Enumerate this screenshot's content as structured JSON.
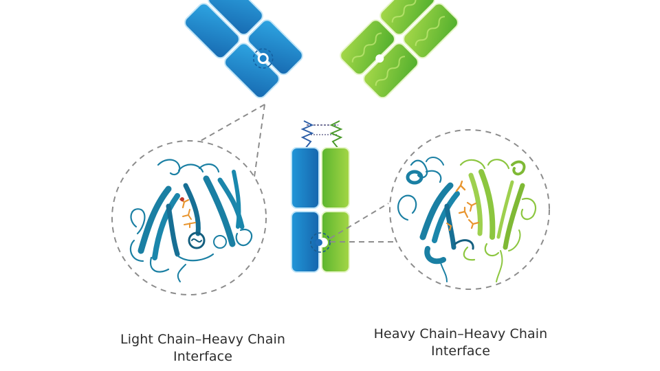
{
  "diagram": {
    "subject": "IgG antibody structure with chain interfaces",
    "colors": {
      "light_chain_blue": "#1b7fc6",
      "light_chain_blue_light": "#2fa3e0",
      "heavy_chain_green": "#7dc22e",
      "heavy_chain_green_light": "#a6d64a",
      "protein_teal": "#1a7fa3",
      "protein_green": "#8cc63f",
      "residue_orange": "#e8952f",
      "dash_gray": "#8c8c8c",
      "caption_text": "#2b2b2b"
    },
    "antibody": {
      "left_arm_color": "blue",
      "right_arm_color": "green",
      "stem": [
        "blue",
        "green"
      ],
      "hinge": "disulfide zig-zag linkers"
    },
    "callouts": [
      {
        "id": "light-heavy",
        "title_line1": "Light Chain–Heavy Chain",
        "title_line2": "Interface",
        "structure_colors": [
          "teal"
        ]
      },
      {
        "id": "heavy-heavy",
        "title_line1": "Heavy Chain–Heavy Chain",
        "title_line2": "Interface",
        "structure_colors": [
          "teal",
          "green"
        ]
      }
    ]
  }
}
